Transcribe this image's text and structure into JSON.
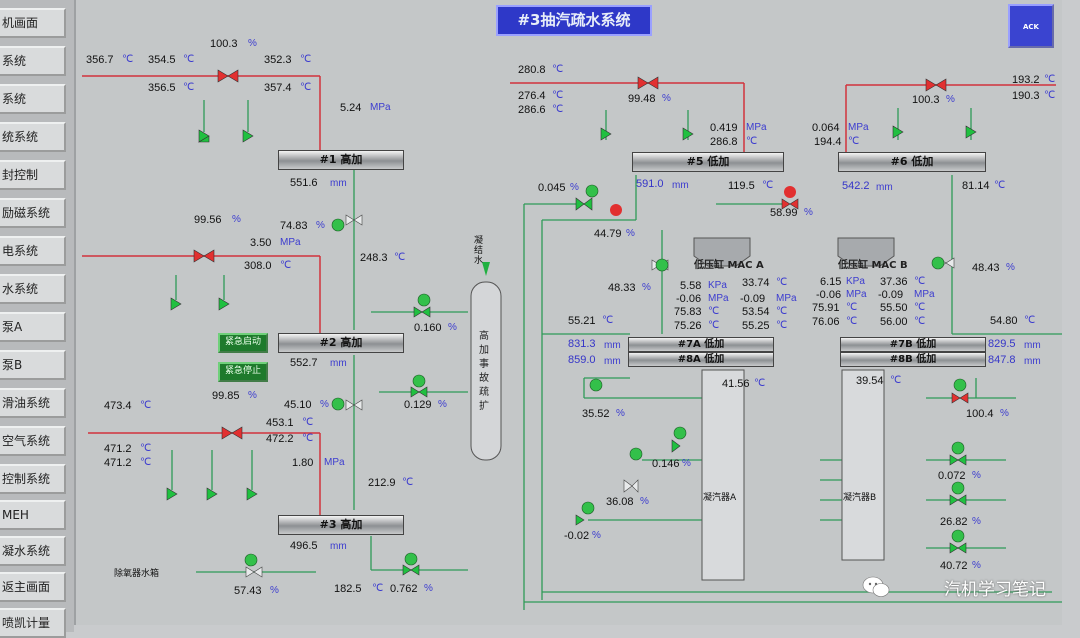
{
  "sidebar": {
    "items": [
      "机画面",
      "系统",
      "系统",
      "统系统",
      "封控制",
      "励磁系统",
      "电系统",
      "水系统",
      "泵A",
      "泵B",
      "滑油系统",
      "空气系统",
      "控制系统",
      "MEH",
      "凝水系统",
      "返主画面",
      "喷凯计量"
    ]
  },
  "header": {
    "title": "#3抽汽疏水系统",
    "ack": "ACK"
  },
  "hp_heaters": {
    "h1": {
      "label": "#1 高加",
      "level": "551.6",
      "level_unit": "mm",
      "inlet_temp": "356.7",
      "t2": "354.5",
      "t3": "356.5",
      "t4": "352.3",
      "t5": "357.4",
      "valve_open": "100.3",
      "pressure": "5.24",
      "drain_valve": "74.83",
      "drain_temp": "248.3"
    },
    "h2": {
      "label": "#2 高加",
      "level": "552.7",
      "level_unit": "mm",
      "valve_open": "99.56",
      "pressure": "3.50",
      "temp": "308.0",
      "drain_valve": "45.10",
      "vent_valve": "0.160",
      "vent_valve2": "0.129",
      "valve3": "99.85"
    },
    "h3": {
      "label": "#3 高加",
      "level": "496.5",
      "level_unit": "mm",
      "inlet_temp": "473.4",
      "t2": "471.2",
      "t3": "471.2",
      "t4": "453.1",
      "t5": "472.2",
      "pressure": "1.80",
      "drain_temp": "212.9",
      "drain_valve": "57.43",
      "outlet_temp": "182.5",
      "vent_valve": "0.762"
    }
  },
  "buttons": {
    "emergency_start": "紧急启动",
    "emergency_stop": "紧急停止"
  },
  "deaerator": {
    "label": "高加事故疏扩",
    "inlet": "凝结水",
    "tank_label": "除氧器水箱"
  },
  "lp_heaters": {
    "h5": {
      "label": "#5 低加",
      "level": "591.0",
      "level_unit": "mm",
      "inlet_temp": "280.8",
      "t2": "276.4",
      "t3": "286.6",
      "valve_open": "99.48",
      "pressure": "0.419",
      "temp": "286.8",
      "drain_temp": "119.5",
      "drain_valve": "58.99"
    },
    "h6": {
      "label": "#6 低加",
      "level": "542.2",
      "level_unit": "mm",
      "t1": "193.2",
      "t2": "190.3",
      "valve_open": "100.3",
      "pressure": "0.064",
      "temp": "194.4",
      "drain_temp": "81.14"
    },
    "h7a": {
      "label": "#7A 低加",
      "level": "831.3"
    },
    "h8a": {
      "label": "#8A 低加",
      "level": "859.0"
    },
    "h7b": {
      "label": "#7B 低加",
      "level": "829.5"
    },
    "h8b": {
      "label": "#8B 低加",
      "level": "847.8"
    }
  },
  "condensers": {
    "a": {
      "label": "凝汽器A",
      "mac_title": "低压缸 MAC A",
      "temp": "41.56",
      "rows": [
        [
          "5.58",
          "KPa",
          "33.74",
          "℃"
        ],
        [
          "-0.06",
          "MPa",
          "-0.09",
          "MPa"
        ],
        [
          "75.83",
          "℃",
          "53.54",
          "℃"
        ],
        [
          "75.26",
          "℃",
          "55.25",
          "℃"
        ]
      ]
    },
    "b": {
      "label": "凝汽器B",
      "mac_title": "低压缸 MAC B",
      "temp": "39.54",
      "rows": [
        [
          "6.15",
          "KPa",
          "37.36",
          "℃"
        ],
        [
          "-0.06",
          "MPa",
          "-0.09",
          "MPa"
        ],
        [
          "75.91",
          "℃",
          "55.50",
          "℃"
        ],
        [
          "76.06",
          "℃",
          "56.00",
          "℃"
        ]
      ]
    }
  },
  "misc_values": {
    "v0045": "0.045",
    "v4479": "44.79",
    "v4833a": "48.33",
    "v4843": "48.43",
    "v5521": "55.21",
    "v5480": "54.80",
    "v3552": "35.52",
    "v0146": "0.146",
    "v3608": "36.08",
    "vm002": "-0.02",
    "v1004": "100.4",
    "v0072": "0.072",
    "v2682": "26.82",
    "v4072": "40.72"
  },
  "units": {
    "c": "℃",
    "pct": "%",
    "mpa": "MPa",
    "mm": "mm",
    "kpa": "KPa"
  },
  "watermark": "汽机学习笔记",
  "colors": {
    "pipe_red": "#d2323c",
    "pipe_green": "#2f9a58",
    "valve_red": "#e23030",
    "valve_green": "#20c040",
    "title_bg": "#2e38c8"
  }
}
